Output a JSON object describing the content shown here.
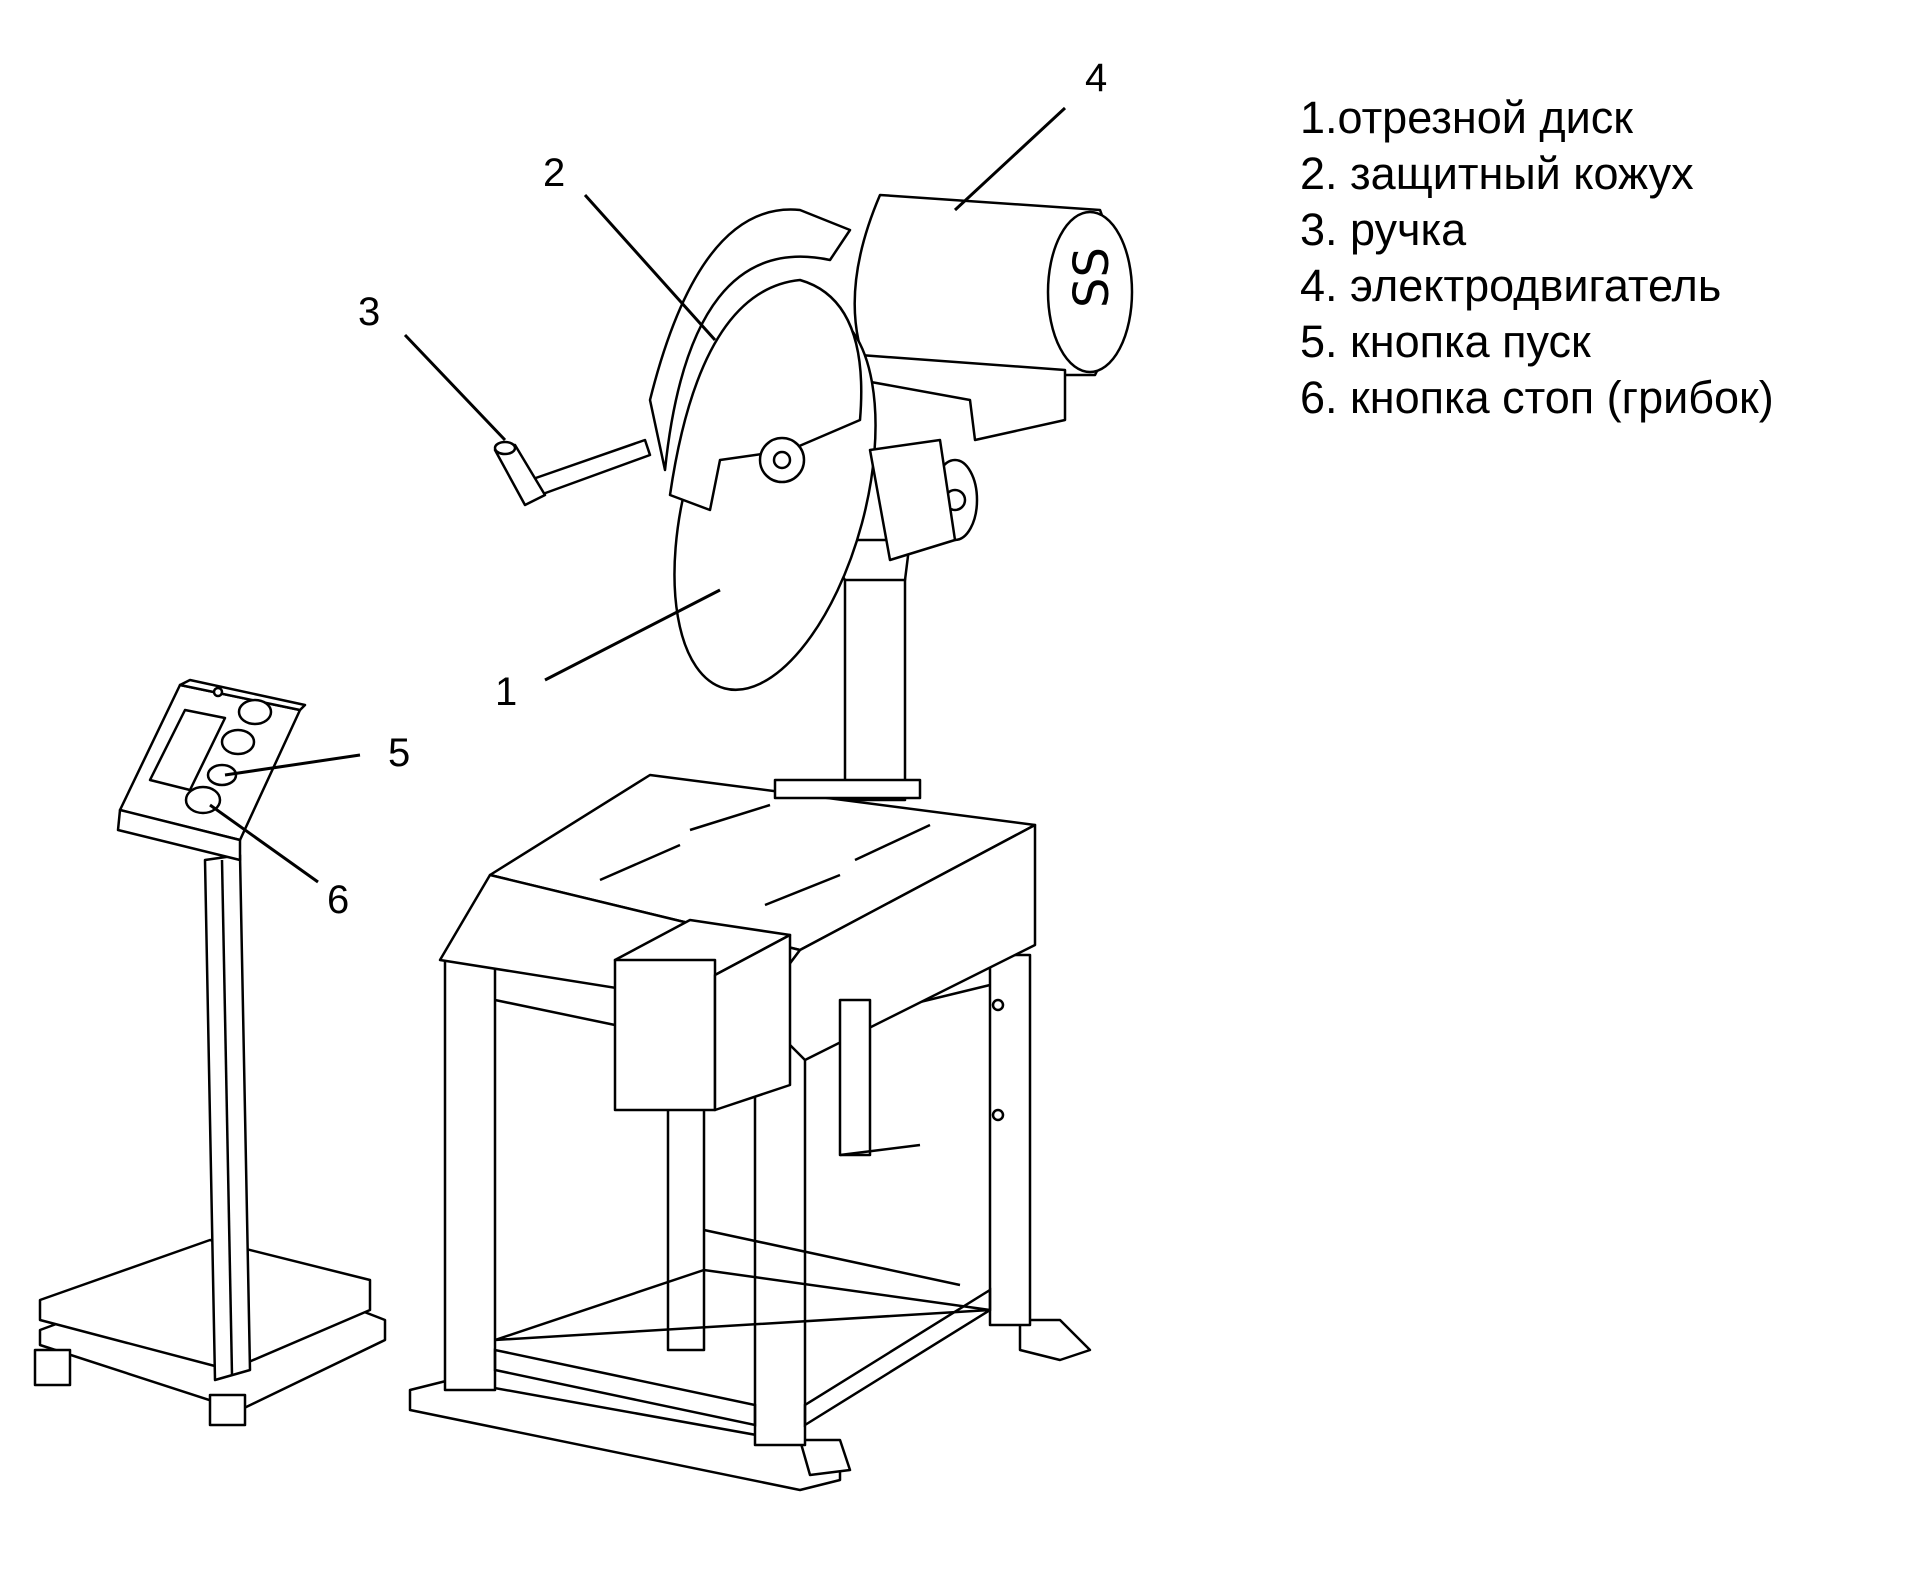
{
  "callouts": [
    {
      "id": "1",
      "text": "1"
    },
    {
      "id": "2",
      "text": "2"
    },
    {
      "id": "3",
      "text": "3"
    },
    {
      "id": "4",
      "text": "4"
    },
    {
      "id": "5",
      "text": "5"
    },
    {
      "id": "6",
      "text": "6"
    }
  ],
  "legend": [
    "1.отрезной диск",
    "2. защитный кожух",
    "3. ручка",
    "4. электродвигатель",
    "5. кнопка пуск",
    "6. кнопка стоп (грибок)"
  ]
}
